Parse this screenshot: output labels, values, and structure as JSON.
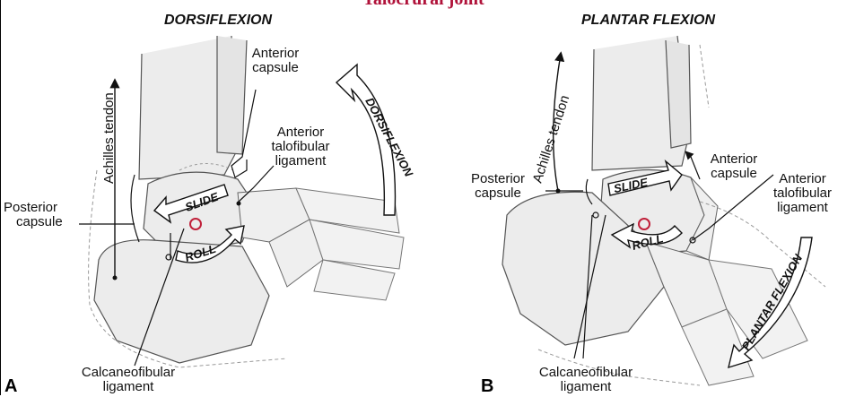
{
  "title": "Talocrural joint",
  "panels": [
    {
      "letter": "A",
      "heading": "DORSIFLEXION",
      "labels": {
        "achilles": "Achilles tendon",
        "anterior_capsule": [
          "Anterior",
          "capsule"
        ],
        "anterior_talofibular": [
          "Anterior",
          "talofibular",
          "ligament"
        ],
        "posterior_capsule": [
          "Posterior",
          "capsule"
        ],
        "calcaneofibular": [
          "Calcaneofibular",
          "ligament"
        ],
        "slide": "SLIDE",
        "roll": "ROLL",
        "big_arrow": "DORSIFLEXION"
      }
    },
    {
      "letter": "B",
      "heading": "PLANTAR FLEXION",
      "labels": {
        "achilles": "Achilles tendon",
        "anterior_capsule": [
          "Anterior",
          "capsule"
        ],
        "anterior_talofibular": [
          "Anterior",
          "talofibular",
          "ligament"
        ],
        "posterior_capsule": [
          "Posterior",
          "capsule"
        ],
        "calcaneofibular": [
          "Calcaneofibular",
          "ligament"
        ],
        "slide": "SLIDE",
        "roll": "ROLL",
        "big_arrow": "PLANTAR FLEXION"
      }
    }
  ],
  "colors": {
    "bone_fill": "#ececec",
    "outline": "#3a3a3a",
    "dashed": "#9a9a9a",
    "axis_circle": "#c0203a",
    "title": "#b0123a"
  }
}
